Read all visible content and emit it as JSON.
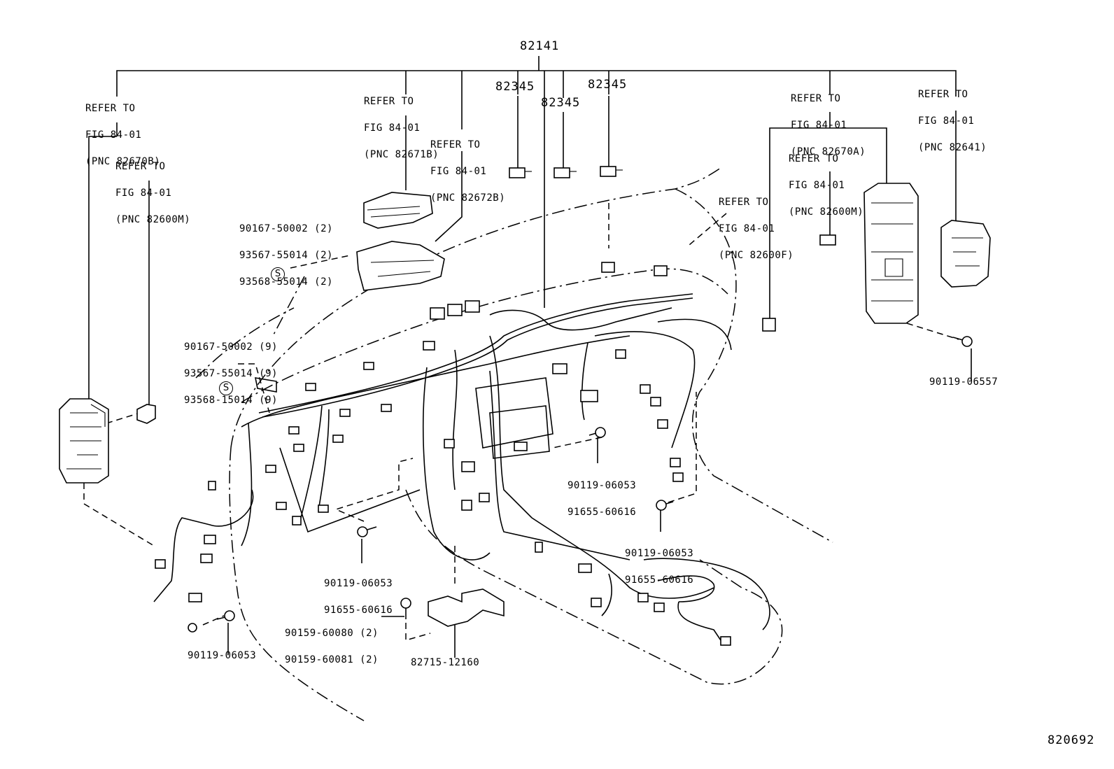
{
  "labels": {
    "main_harness": "82141",
    "clip_a": "82345",
    "clip_b": "82345",
    "clip_c": "82345",
    "diagram_number": "820692"
  },
  "references": {
    "ref_82670B": [
      "REFER TO",
      "FIG 84-01",
      "(PNC 82670B)"
    ],
    "ref_82600M_left": [
      "REFER TO",
      "FIG 84-01",
      "(PNC 82600M)"
    ],
    "ref_82671B": [
      "REFER TO",
      "FIG 84-01",
      "(PNC 82671B)"
    ],
    "ref_82672B": [
      "REFER TO",
      "FIG 84-01",
      "(PNC 82672B)"
    ],
    "ref_82670A": [
      "REFER TO",
      "FIG 84-01",
      "(PNC 82670A)"
    ],
    "ref_82600M_right": [
      "REFER TO",
      "FIG 84-01",
      "(PNC 82600M)"
    ],
    "ref_82641": [
      "REFER TO",
      "FIG 84-01",
      "(PNC 82641)"
    ],
    "ref_82600F": [
      "REFER TO",
      "FIG 84-01",
      "(PNC 82600F)"
    ]
  },
  "part_numbers": {
    "group_top": [
      "90167-50002 (2)",
      "93567-55014 (2)",
      "93568-55014 (2)"
    ],
    "group_mid": [
      "90167-50002 (9)",
      "93567-55014 (9)",
      "93568-15014 (9)"
    ],
    "bolt_right": "90119-06557",
    "bolt_center": [
      "90119-06053",
      "91655-60616"
    ],
    "bolt_center_right": [
      "90119-06053",
      "91655-60616"
    ],
    "bolt_lower_center": [
      "90119-06053",
      "91655-60616"
    ],
    "bolt_lower_left": "90119-06053",
    "bracket_bolts": [
      "90159-60080 (2)",
      "90159-60081 (2)"
    ],
    "bracket": "82715-12160"
  },
  "screw_symbol": "S"
}
